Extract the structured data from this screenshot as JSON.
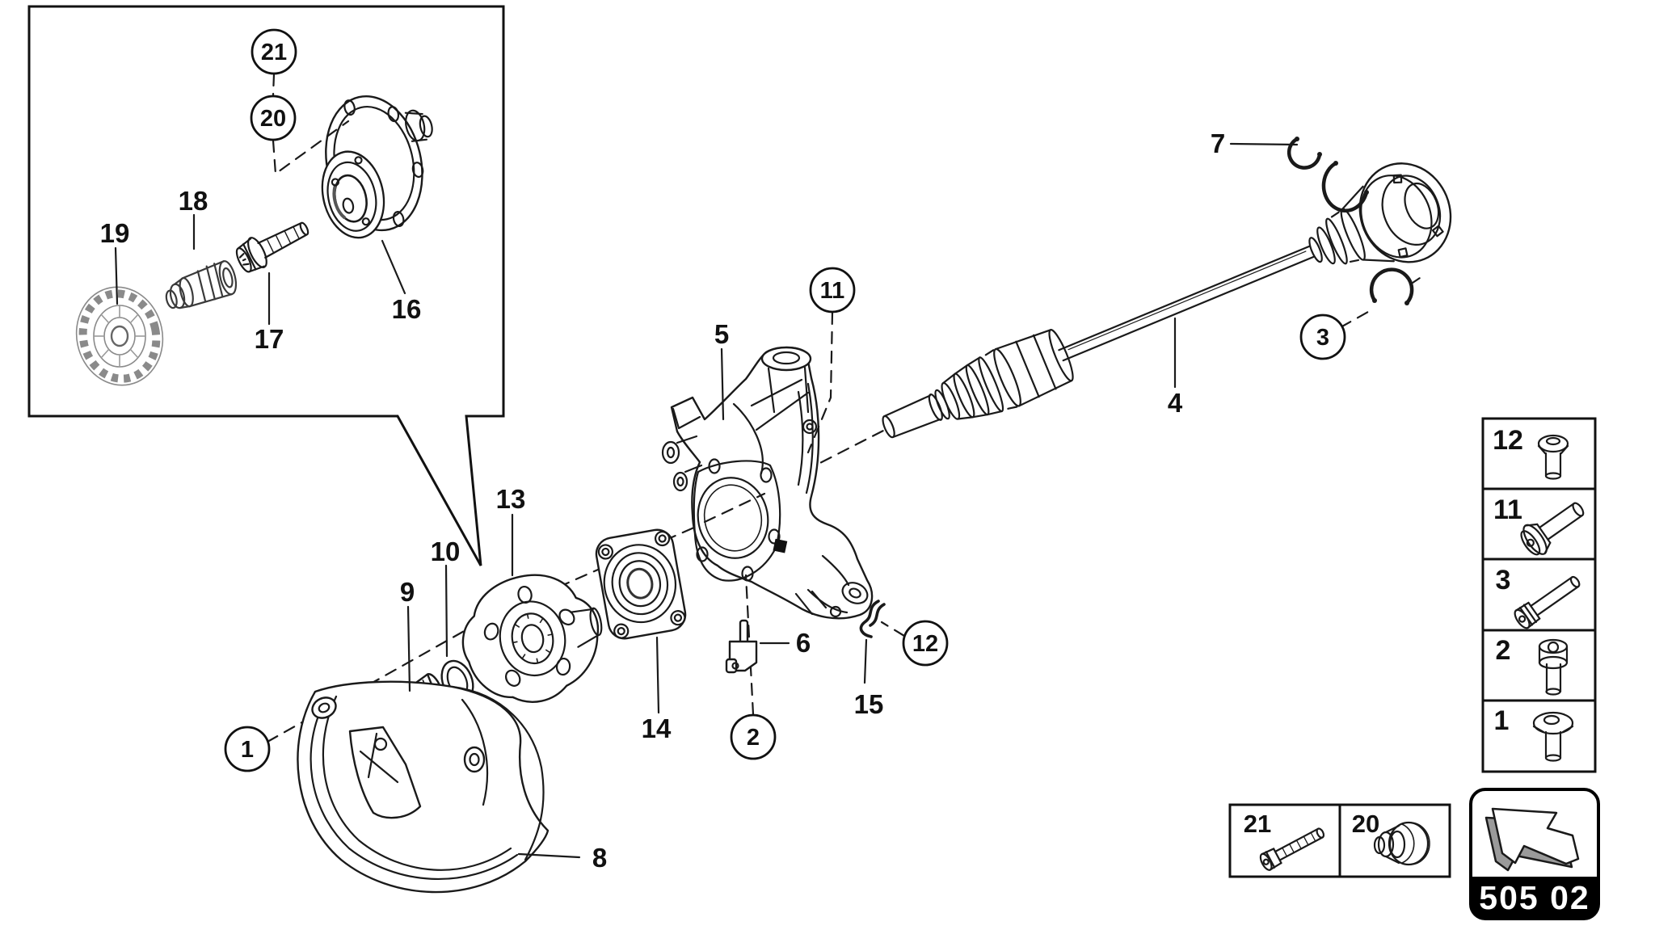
{
  "figure": {
    "type": "exploded-parts-diagram",
    "subject": "rear-axle-drive-shaft-wheel-hub",
    "callouts": {
      "c1": "1",
      "c2": "2",
      "c3": "3",
      "c4": "4",
      "c5": "5",
      "c6": "6",
      "c7": "7",
      "c8": "8",
      "c9": "9",
      "c10": "10",
      "c11": "11",
      "c12": "12",
      "c13": "13",
      "c14": "14",
      "c15": "15",
      "c16": "16",
      "c17": "17",
      "c18": "18",
      "c19": "19",
      "c20": "20",
      "c21": "21"
    }
  },
  "legend": {
    "rows": [
      {
        "num": "12",
        "icon": "button-head-screw-icon"
      },
      {
        "num": "11",
        "icon": "flanged-bolt-icon"
      },
      {
        "num": "3",
        "icon": "socket-head-bolt-icon"
      },
      {
        "num": "2",
        "icon": "socket-cap-screw-icon"
      },
      {
        "num": "1",
        "icon": "button-head-screw-icon"
      }
    ]
  },
  "bottom_boxes": [
    {
      "num": "21",
      "icon": "socket-head-bolt-icon"
    },
    {
      "num": "20",
      "icon": "wheel-bolt-cap-icon"
    }
  ],
  "badge": {
    "code": "505 02",
    "icon": "arrow-up-left-3d-icon"
  },
  "colors": {
    "line": "#1a1a1a",
    "gray_part": "#8a8a8a",
    "badge_band": "#000000",
    "background": "#ffffff"
  }
}
